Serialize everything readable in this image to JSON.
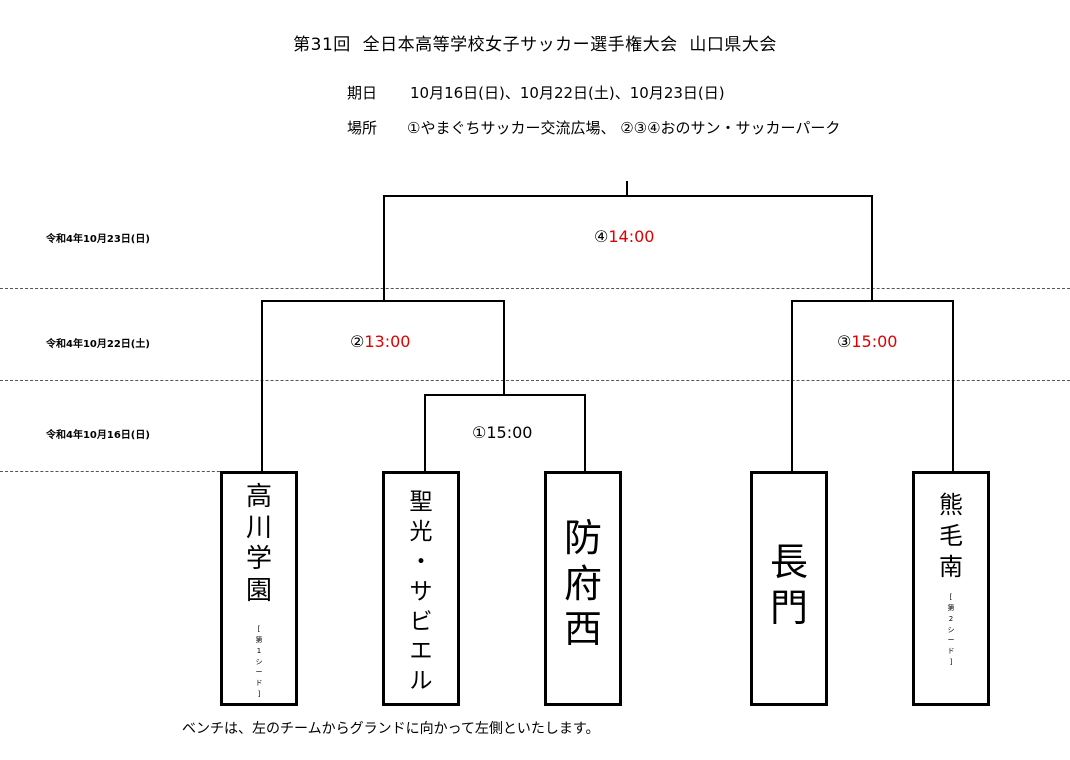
{
  "header": {
    "title": "第31回  全日本高等学校女子サッカー選手権大会  山口県大会",
    "dates_label": "期日",
    "dates_value": "10月16日(日)、10月22日(土)、10月23日(日)",
    "venue_label": "場所",
    "venue_value": "①やまぐちサッカー交流広場、 ②③④おのサン・サッカーパーク"
  },
  "rounds": [
    {
      "date": "令和4年10月23日(日)"
    },
    {
      "date": "令和4年10月22日(土)"
    },
    {
      "date": "令和4年10月16日(日)"
    }
  ],
  "matches": {
    "final": {
      "num": "④",
      "time": "14:00"
    },
    "semi_left": {
      "num": "②",
      "time": "13:00"
    },
    "semi_right": {
      "num": "③",
      "time": "15:00"
    },
    "first_round": {
      "num": "①",
      "time": "15:00"
    }
  },
  "colors": {
    "match_time_red": "#e00000",
    "line": "#000000"
  },
  "teams": [
    {
      "name": [
        "高",
        "川",
        "学",
        "園"
      ],
      "seed": [
        "[",
        "第",
        "1",
        "シ",
        "ー",
        "ド",
        "]"
      ]
    },
    {
      "name": [
        "聖",
        "光",
        "・",
        "サ",
        "ビ",
        "エ",
        "ル"
      ]
    },
    {
      "name": [
        "防",
        "府",
        "西"
      ]
    },
    {
      "name": [
        "長",
        "門"
      ]
    },
    {
      "name": [
        "熊",
        "毛",
        "南"
      ],
      "seed": [
        "[",
        "第",
        "2",
        "シ",
        "ー",
        "ド",
        "]"
      ]
    }
  ],
  "footer": {
    "note": "ベンチは、左のチームからグランドに向かって左側といたします。"
  }
}
